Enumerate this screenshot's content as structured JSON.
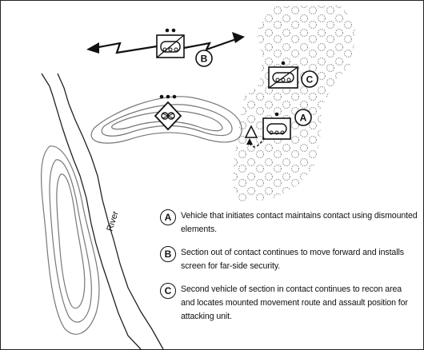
{
  "map": {
    "river_label": "River",
    "markers": {
      "a": "A",
      "b": "B",
      "c": "C"
    }
  },
  "legend": [
    {
      "badge": "A",
      "text": "Vehicle that initiates contact maintains contact using dismounted elements."
    },
    {
      "badge": "B",
      "text": "Section out of contact continues to move forward and installs screen for far-side security."
    },
    {
      "badge": "C",
      "text": "Second vehicle of section in contact continues to recon area and locates mounted movement route and assault position for attacking unit."
    }
  ]
}
